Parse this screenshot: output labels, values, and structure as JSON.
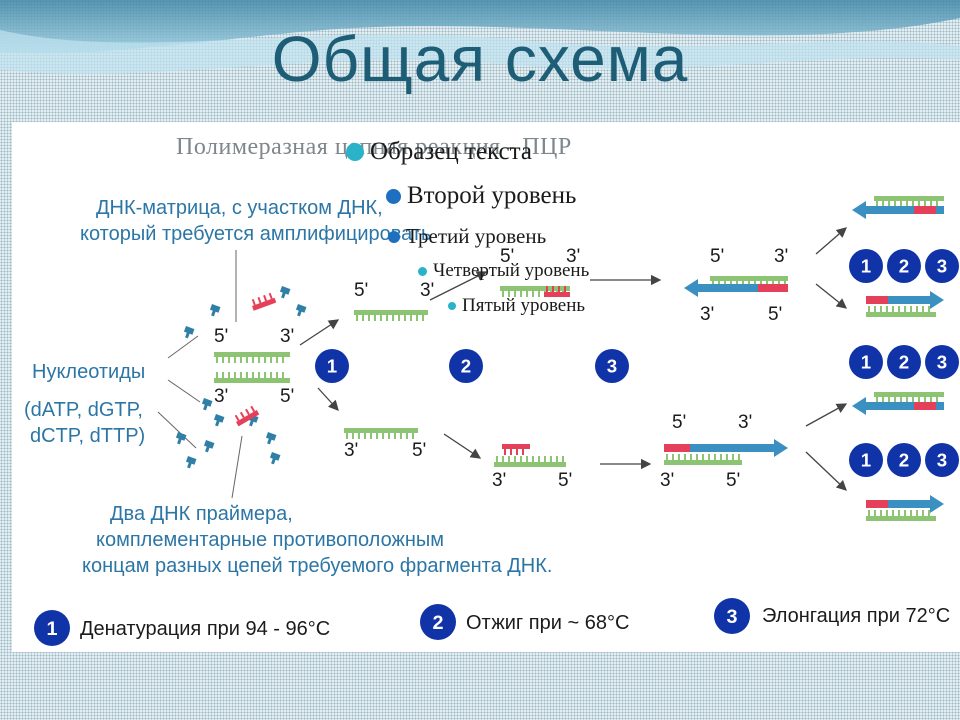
{
  "slide": {
    "title": "Общая схема"
  },
  "placeholder_bullets": [
    {
      "text": "Образец текста",
      "level": 1,
      "color": "#2ab3c8"
    },
    {
      "text": "Второй уровень",
      "level": 2,
      "color": "#1f6fc0"
    },
    {
      "text": "Третий уровень",
      "level": 3,
      "color": "#1f6fc0"
    },
    {
      "text": "Четвертый уровень",
      "level": 4,
      "color": "#2ab3c8"
    },
    {
      "text": "Пятый уровень",
      "level": 5,
      "color": "#2ab3c8"
    }
  ],
  "diagram": {
    "title": "Полимеразная цепная реакция - ПЦР",
    "labels": {
      "template_line1": "ДНК-матрица, с участком ДНК,",
      "template_line2": "который требуется амплифицировать",
      "nucleotides": "Нуклеотиды",
      "nucleotides_list1": "(dATP, dGTP,",
      "nucleotides_list2": "dCTP, dTTP)",
      "primers_line1": "Два ДНК праймера,",
      "primers_line2": "комплементарные противоположным",
      "primers_line3": "концам разных цепей требуемого фрагмента ДНК."
    },
    "end_5": "5'",
    "end_3": "3'",
    "step_numbers": [
      "1",
      "2",
      "3"
    ],
    "colors": {
      "template_strand": "#8cc474",
      "primer": "#e5405a",
      "new_strand": "#3a90c0",
      "nucleotide": "#2f7fa6",
      "step_circle": "#1133a8"
    }
  },
  "legend": [
    {
      "number": "1",
      "text": "Денатурация при 94 - 96°C"
    },
    {
      "number": "2",
      "text": "Отжиг при ~ 68°C"
    },
    {
      "number": "3",
      "text": "Элонгация при 72°C"
    }
  ]
}
